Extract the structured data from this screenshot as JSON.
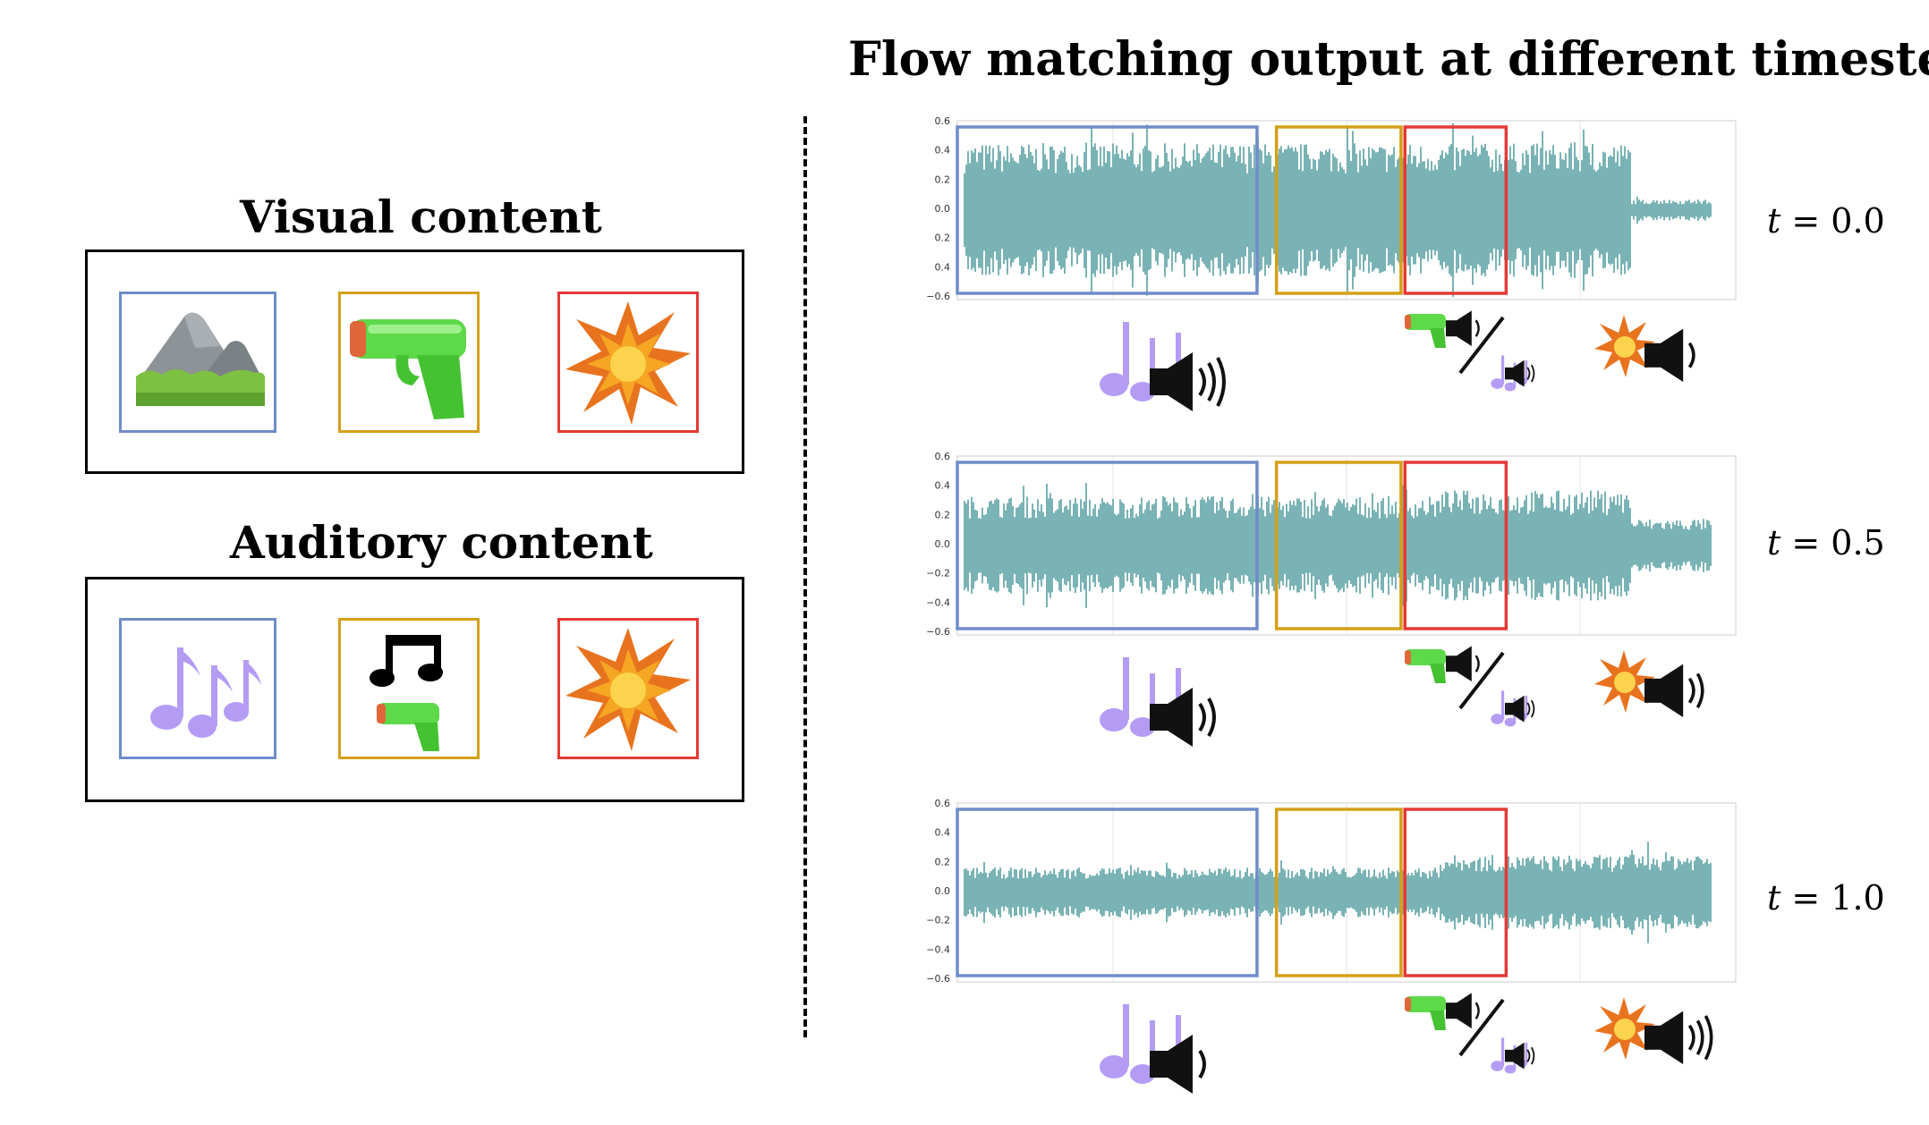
{
  "main_title": "Flow matching output at different timesteps",
  "visual": {
    "title": "Visual content",
    "items": [
      "rock-icon",
      "water-gun-icon",
      "explosion-icon"
    ]
  },
  "auditory": {
    "title": "Auditory content",
    "items": [
      "music-notes-icon",
      "music-note-and-water-gun-icon",
      "explosion-icon"
    ]
  },
  "segment_colors": {
    "music": "#6f8cc9",
    "gun": "#d4a017",
    "explosion": "#e53935"
  },
  "waveform_color": "#7ab3b5",
  "y_ticks": [
    "0.6",
    "0.4",
    "0.2",
    "0.0",
    "0.2",
    "0.4",
    "−0.6"
  ],
  "y_ticks_2": [
    "0.6",
    "0.4",
    "0.2",
    "0.0",
    "−0.2",
    "−0.4",
    "−0.6"
  ],
  "timesteps": [
    {
      "var": "t",
      "eq": " = 0.0"
    },
    {
      "var": "t",
      "eq": " = 0.5"
    },
    {
      "var": "t",
      "eq": " = 1.0"
    }
  ]
}
